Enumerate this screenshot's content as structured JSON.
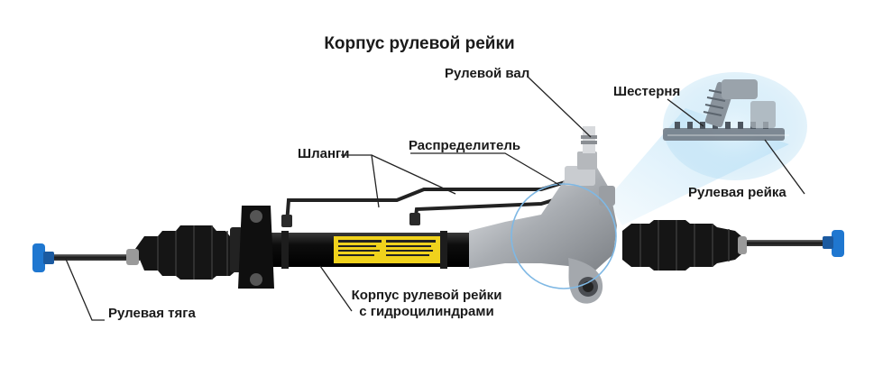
{
  "title": "Корпус рулевой рейки",
  "labels": {
    "steering_shaft": "Рулевой вал",
    "pinion": "Шестерня",
    "hoses": "Шланги",
    "distributor": "Распределитель",
    "rack": "Рулевая рейка",
    "tie_rod": "Рулевая тяга",
    "housing_line1": "Корпус рулевой рейки",
    "housing_line2": "с гидроцилиндрами"
  },
  "colors": {
    "housing": "#111111",
    "boot": "#151515",
    "valve_body": "#b9bcc0",
    "tie_rod_end": "#1f77d0",
    "callout_glow": "#bfe3f7",
    "sticker": "#f0d21c"
  }
}
